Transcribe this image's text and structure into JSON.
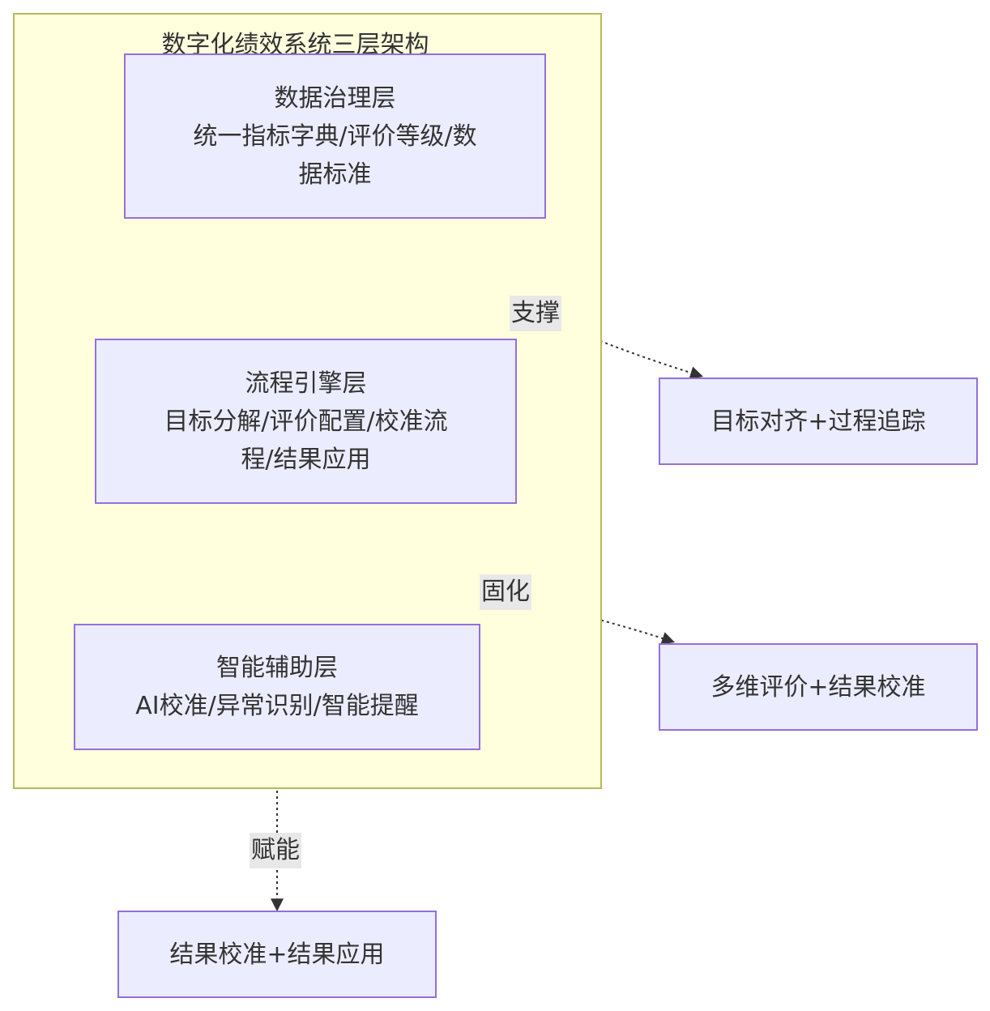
{
  "cluster": {
    "title": "数字化绩效系统三层架构"
  },
  "nodes": {
    "data_layer": {
      "line1": "数据治理层",
      "line2": "统一指标字典/评价等级/数",
      "line3": "据标准"
    },
    "process_layer": {
      "line1": "流程引擎层",
      "line2": "目标分解/评价配置/校准流",
      "line3": "程/结果应用"
    },
    "ai_layer": {
      "line1": "智能辅助层",
      "line2": "AI校准/异常识别/智能提醒"
    },
    "goal_alignment": {
      "label": "目标对齐+过程追踪"
    },
    "multi_eval": {
      "label": "多维评价+结果校准"
    },
    "result_apply": {
      "label": "结果校准+结果应用"
    }
  },
  "edges": {
    "support_label": "支撑",
    "solidify_label": "固化",
    "empower_label": "赋能"
  },
  "colors": {
    "node_fill": "#ececff",
    "node_border": "#9370db",
    "cluster_fill": "#ffffde",
    "cluster_border": "#b8b85a",
    "edge": "#333333",
    "edge_label_bg": "#e8e8e8"
  }
}
